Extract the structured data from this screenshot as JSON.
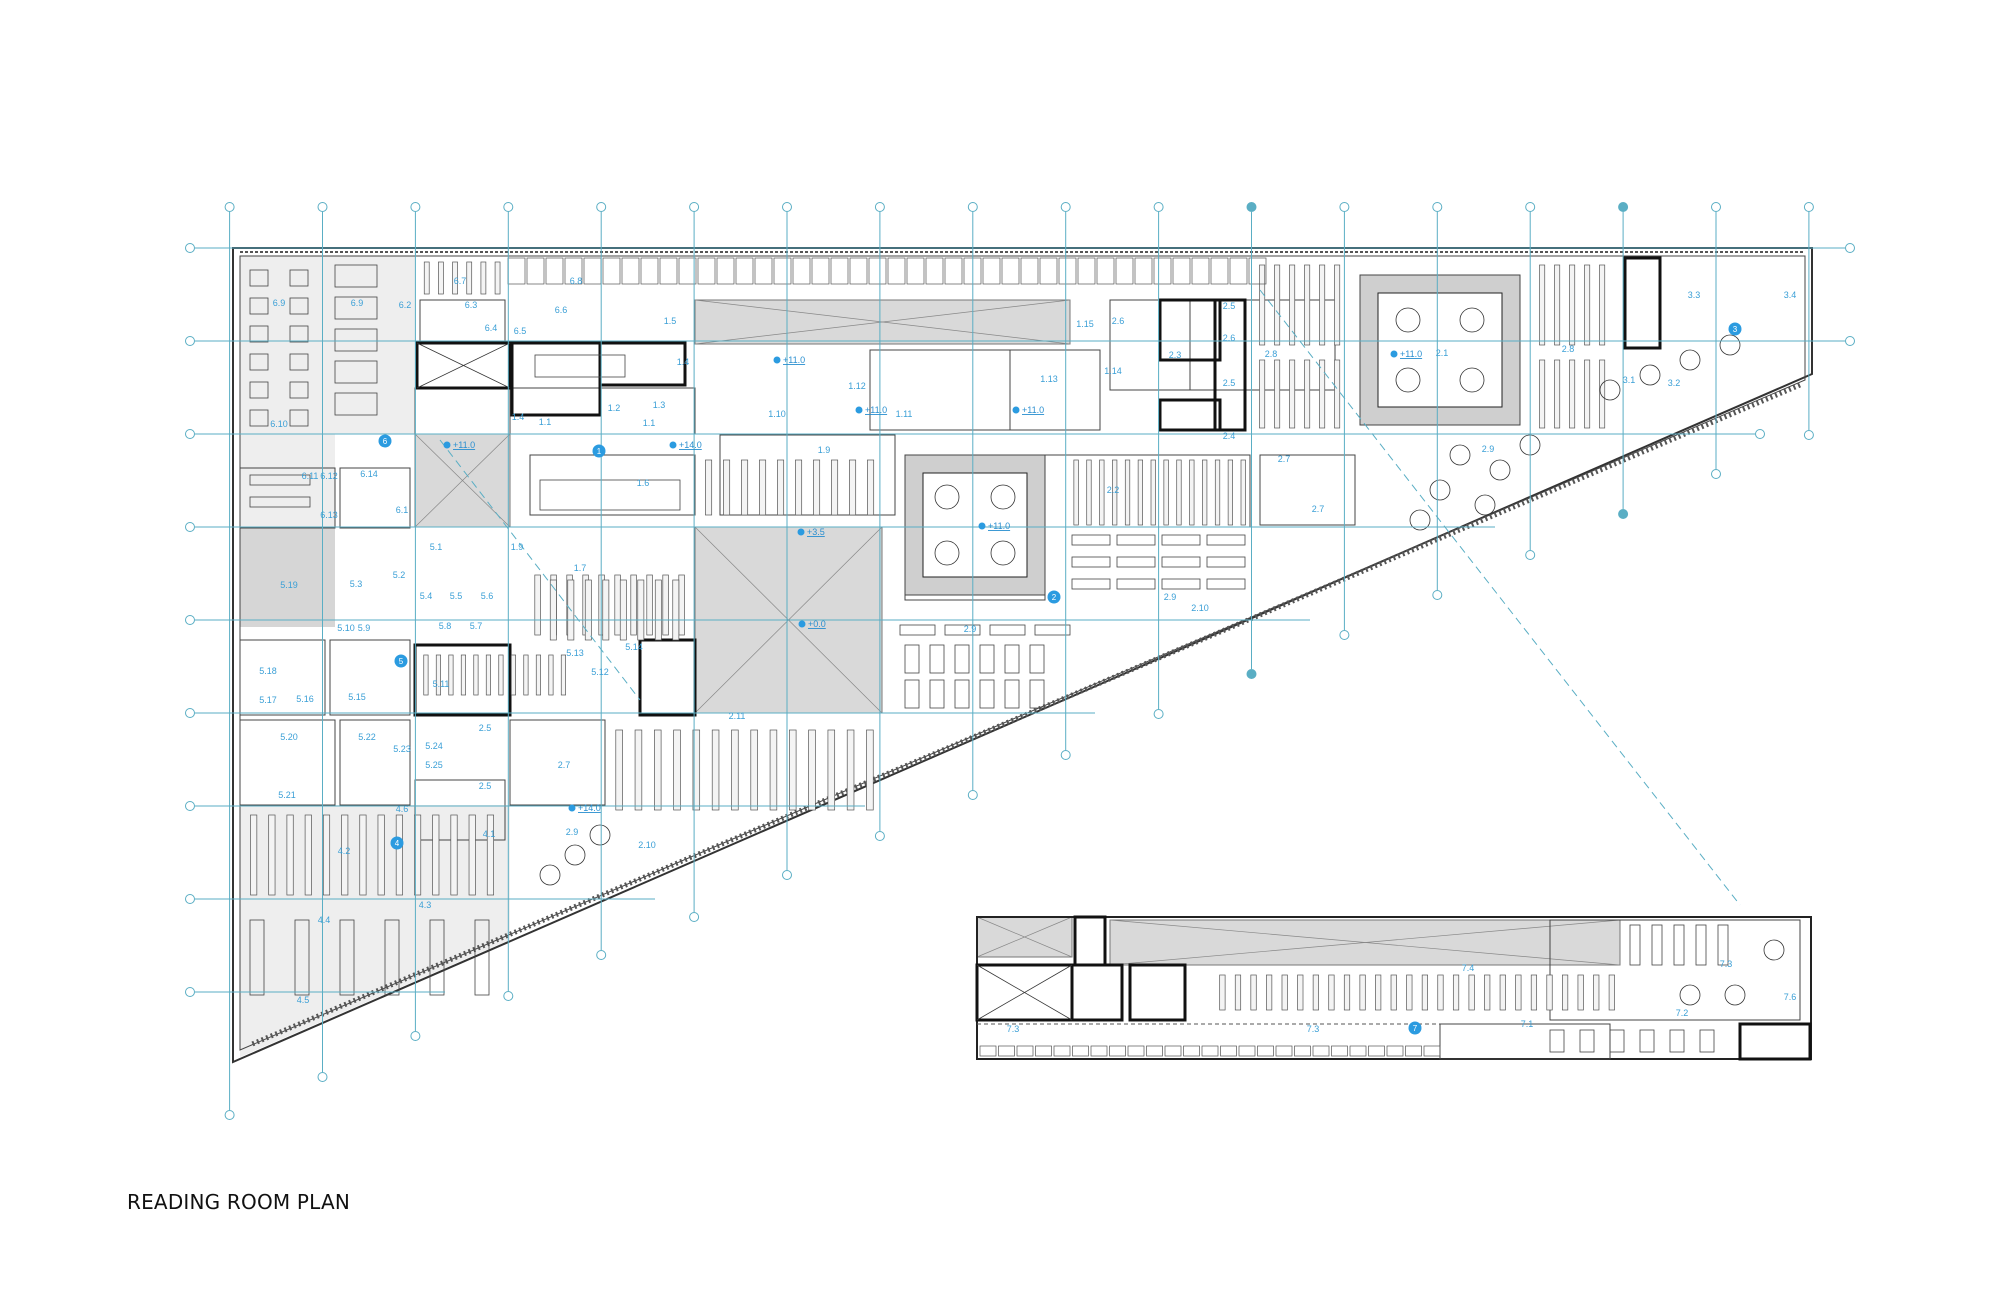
{
  "title": "READING ROOM PLAN",
  "colors": {
    "grid_line": "#5aaec4",
    "label_text": "#3a9fd6",
    "zone_badge": "#2b9be0",
    "wall": "#111111",
    "void_fill": "#d9d9d9",
    "zone_fill": "#eeeeee"
  },
  "zone_badges": [
    "1",
    "2",
    "3",
    "4",
    "5",
    "6",
    "7"
  ],
  "level_marks": [
    "+11.0",
    "+14.0",
    "+11.0",
    "+3.5",
    "+11.0",
    "+11.0",
    "+11.0",
    "+0.0",
    "+11.0",
    "+14.0"
  ],
  "room_labels": [
    "6.9",
    "6.9",
    "6.7",
    "6.8",
    "6.2",
    "6.3",
    "6.6",
    "6.4",
    "6.5",
    "1.5",
    "1.4",
    "1.4",
    "1.1",
    "1.2",
    "1.3",
    "1.1",
    "1.10",
    "6.10",
    "6.11",
    "6.12",
    "6.14",
    "6.13",
    "6.1",
    "1.6",
    "1.9",
    "5.1",
    "1.7",
    "5.2",
    "5.3",
    "5.19",
    "1.15",
    "2.6",
    "2.5",
    "2.6",
    "2.3",
    "2.5",
    "1.12",
    "1.13",
    "1.14",
    "1.11",
    "2.8",
    "2.4",
    "1.9",
    "2.2",
    "2.7",
    "2.9",
    "2.10",
    "2.9",
    "2.1",
    "2.8",
    "3.3",
    "3.4",
    "3.1",
    "3.2",
    "2.9",
    "2.7",
    "5.10",
    "5.9",
    "5.8",
    "5.7",
    "5.4",
    "5.5",
    "5.6",
    "5.18",
    "5.17",
    "5.16",
    "5.15",
    "5.11",
    "5.13",
    "5.14",
    "5.12",
    "5.20",
    "5.22",
    "5.21",
    "5.23",
    "5.24",
    "5.25",
    "2.5",
    "2.5",
    "2.7",
    "2.11",
    "4.6",
    "4.1",
    "4.2",
    "2.9",
    "2.10",
    "4.3",
    "4.4",
    "4.5",
    "7.4",
    "7.3",
    "7.6",
    "7.2",
    "7.3",
    "7.3",
    "7.1"
  ]
}
